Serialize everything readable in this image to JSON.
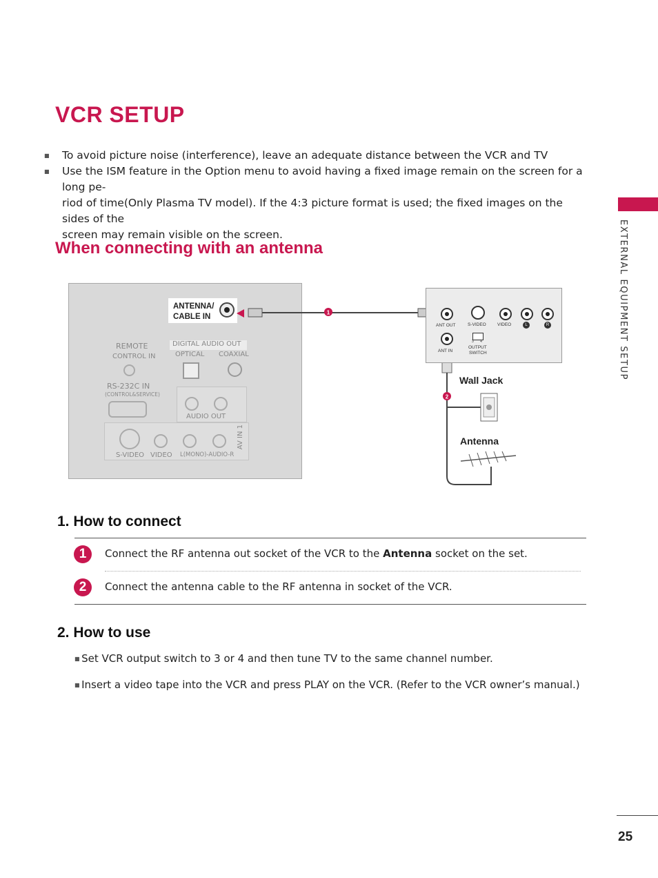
{
  "page_title": "VCR SETUP",
  "notes": [
    "To avoid picture noise (interference), leave an adequate distance between the VCR and TV",
    "Use the ISM feature in the Option menu to avoid having a fixed image remain on the screen for a long pe-",
    "riod of time(Only Plasma TV model). If the 4:3 picture format is used; the fixed images on the sides of the",
    "screen may remain visible on the screen."
  ],
  "section_title": "When connecting with an antenna",
  "side_label": "EXTERNAL EQUIPMENT SETUP",
  "diagram": {
    "tv_labels": {
      "antenna_in_line1": "ANTENNA/",
      "antenna_in_line2": "CABLE IN",
      "remote1": "REMOTE",
      "remote2": "CONTROL IN",
      "digital_audio_out": "DIGITAL AUDIO OUT",
      "optical": "OPTICAL",
      "coaxial": "COAXIAL",
      "rs232c": "RS-232C IN",
      "rs232c_sub": "(CONTROL&SERVICE)",
      "audio_out": "AUDIO OUT",
      "svideo": "S-VIDEO",
      "video": "VIDEO",
      "laudior": "L(MONO)-AUDIO-R",
      "av_in": "AV IN 1"
    },
    "vcr_labels": {
      "ant_out": "ANT OUT",
      "svideo": "S-VIDEO",
      "video": "VIDEO",
      "l": "L",
      "r": "R",
      "ant_in": "ANT IN",
      "output1": "OUTPUT",
      "output2": "SWITCH",
      "switch_34": "3 4"
    },
    "wall_jack": "Wall Jack",
    "antenna": "Antenna",
    "marker1": "1",
    "marker2": "2"
  },
  "how_to_connect": {
    "heading": "1. How to connect",
    "steps": [
      {
        "num": "1",
        "pre": "Connect the RF antenna out socket of the VCR to the ",
        "bold": "Antenna",
        "post": " socket on the set."
      },
      {
        "num": "2",
        "text": "Connect the antenna cable to the RF antenna in socket of the VCR."
      }
    ]
  },
  "how_to_use": {
    "heading": "2. How to use",
    "items": [
      "Set VCR output switch to 3 or 4 and then tune TV to the same channel number.",
      "Insert a video tape into the VCR and press PLAY on the VCR. (Refer to the VCR owner’s manual.)"
    ]
  },
  "page_number": "25",
  "colors": {
    "accent": "#c8174f"
  }
}
